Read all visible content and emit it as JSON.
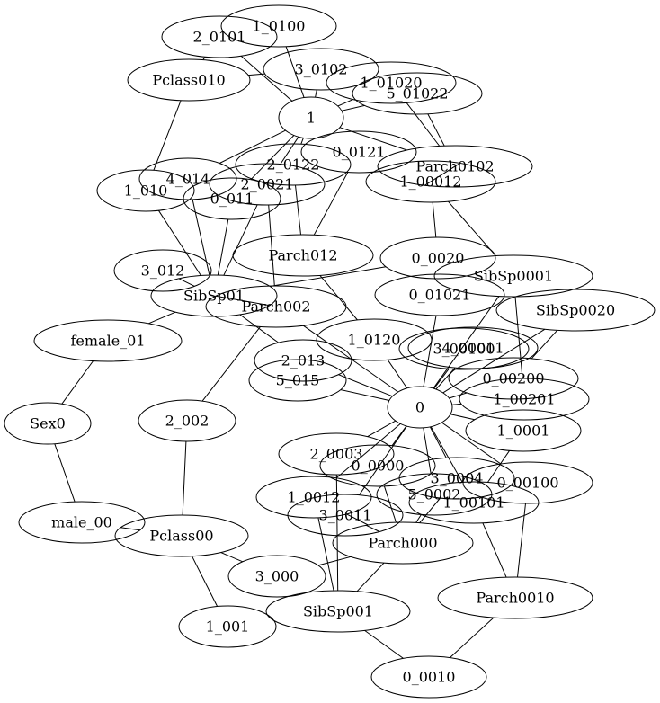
{
  "graph": {
    "nodes": [
      {
        "id": "n_1_0100",
        "label": "1_0100"
      },
      {
        "id": "n_2_0101",
        "label": "2_0101"
      },
      {
        "id": "n_Pclass010",
        "label": "Pclass010"
      },
      {
        "id": "n_3_0102",
        "label": "3_0102"
      },
      {
        "id": "n_1_01020",
        "label": "1_01020"
      },
      {
        "id": "n_5_01022",
        "label": "5_01022"
      },
      {
        "id": "n_1",
        "label": "1"
      },
      {
        "id": "n_0_0121",
        "label": "0_0121"
      },
      {
        "id": "n_Parch0102",
        "label": "Parch0102"
      },
      {
        "id": "n_2_0122",
        "label": "2_0122"
      },
      {
        "id": "n_4_014",
        "label": "4_014"
      },
      {
        "id": "n_2_0021",
        "label": "2_0021"
      },
      {
        "id": "n_1_00012",
        "label": "1_00012"
      },
      {
        "id": "n_1_010",
        "label": "1_010"
      },
      {
        "id": "n_0_011",
        "label": "0_011"
      },
      {
        "id": "n_Parch012",
        "label": "Parch012"
      },
      {
        "id": "n_0_0020",
        "label": "0_0020"
      },
      {
        "id": "n_SibSp0001",
        "label": "SibSp0001"
      },
      {
        "id": "n_3_012",
        "label": "3_012"
      },
      {
        "id": "n_SibSp01",
        "label": "SibSp01"
      },
      {
        "id": "n_0_01021",
        "label": "0_01021"
      },
      {
        "id": "n_SibSp0020",
        "label": "SibSp0020"
      },
      {
        "id": "n_Parch002",
        "label": "Parch002"
      },
      {
        "id": "n_female_01",
        "label": "female_01"
      },
      {
        "id": "n_1_0120",
        "label": "1_0120"
      },
      {
        "id": "n_3_00100",
        "label": "3_00100"
      },
      {
        "id": "n_4_00011",
        "label": "4_00011"
      },
      {
        "id": "n_2_013",
        "label": "2_013"
      },
      {
        "id": "n_5_015",
        "label": "5_015"
      },
      {
        "id": "n_0_00200",
        "label": "0_00200"
      },
      {
        "id": "n_1_00201",
        "label": "1_00201"
      },
      {
        "id": "n_0",
        "label": "0"
      },
      {
        "id": "n_Sex0",
        "label": "Sex0"
      },
      {
        "id": "n_2_002",
        "label": "2_002"
      },
      {
        "id": "n_1_0001",
        "label": "1_0001"
      },
      {
        "id": "n_2_0003",
        "label": "2_0003"
      },
      {
        "id": "n_0_0000",
        "label": "0_0000"
      },
      {
        "id": "n_3_0004",
        "label": "3_0004"
      },
      {
        "id": "n_0_00100",
        "label": "0_00100"
      },
      {
        "id": "n_1_0012",
        "label": "1_0012"
      },
      {
        "id": "n_5_0002",
        "label": "5_0002"
      },
      {
        "id": "n_1_00101",
        "label": "1_00101"
      },
      {
        "id": "n_3_0011",
        "label": "3_0011"
      },
      {
        "id": "n_male_00",
        "label": "male_00"
      },
      {
        "id": "n_Pclass00",
        "label": "Pclass00"
      },
      {
        "id": "n_Parch000",
        "label": "Parch000"
      },
      {
        "id": "n_3_000",
        "label": "3_000"
      },
      {
        "id": "n_Parch0010",
        "label": "Parch0010"
      },
      {
        "id": "n_SibSp001",
        "label": "SibSp001"
      },
      {
        "id": "n_1_001",
        "label": "1_001"
      },
      {
        "id": "n_0_0010",
        "label": "0_0010"
      }
    ],
    "edges": [
      [
        "n_1_0100",
        "n_1"
      ],
      [
        "n_2_0101",
        "n_Pclass010"
      ],
      [
        "n_2_0101",
        "n_1"
      ],
      [
        "n_Pclass010",
        "n_1_010"
      ],
      [
        "n_Pclass010",
        "n_3_0102"
      ],
      [
        "n_3_0102",
        "n_1"
      ],
      [
        "n_1",
        "n_1_01020"
      ],
      [
        "n_1",
        "n_5_01022"
      ],
      [
        "n_1_01020",
        "n_Parch0102"
      ],
      [
        "n_5_01022",
        "n_Parch0102"
      ],
      [
        "n_1",
        "n_Parch0102"
      ],
      [
        "n_1",
        "n_0_0121"
      ],
      [
        "n_1",
        "n_2_0122"
      ],
      [
        "n_1",
        "n_4_014"
      ],
      [
        "n_1",
        "n_2_0021"
      ],
      [
        "n_1",
        "n_0_011"
      ],
      [
        "n_0_0121",
        "n_Parch012"
      ],
      [
        "n_2_0122",
        "n_Parch012"
      ],
      [
        "n_Parch0102",
        "n_1_00012"
      ],
      [
        "n_1_00012",
        "n_0_0020"
      ],
      [
        "n_1_00012",
        "n_SibSp0001"
      ],
      [
        "n_1_010",
        "n_SibSp01"
      ],
      [
        "n_4_014",
        "n_SibSp01"
      ],
      [
        "n_0_011",
        "n_SibSp01"
      ],
      [
        "n_2_0021",
        "n_SibSp01"
      ],
      [
        "n_2_0021",
        "n_Parch002"
      ],
      [
        "n_3_012",
        "n_SibSp01"
      ],
      [
        "n_SibSp01",
        "n_0_0020"
      ],
      [
        "n_SibSp01",
        "n_female_01"
      ],
      [
        "n_SibSp01",
        "n_Parch002"
      ],
      [
        "n_SibSp01",
        "n_2_013"
      ],
      [
        "n_Parch012",
        "n_1_0120"
      ],
      [
        "n_female_01",
        "n_Sex0"
      ],
      [
        "n_Sex0",
        "n_male_00"
      ],
      [
        "n_Parch002",
        "n_2_002"
      ],
      [
        "n_Parch002",
        "n_0"
      ],
      [
        "n_2_002",
        "n_Pclass00"
      ],
      [
        "n_male_00",
        "n_Pclass00"
      ],
      [
        "n_Pclass00",
        "n_3_000"
      ],
      [
        "n_Pclass00",
        "n_1_001"
      ],
      [
        "n_3_000",
        "n_Parch000"
      ],
      [
        "n_1_0120",
        "n_0"
      ],
      [
        "n_2_013",
        "n_0"
      ],
      [
        "n_5_015",
        "n_0"
      ],
      [
        "n_0_01021",
        "n_0"
      ],
      [
        "n_0",
        "n_SibSp0001"
      ],
      [
        "n_0",
        "n_SibSp0020"
      ],
      [
        "n_0",
        "n_3_00100"
      ],
      [
        "n_0",
        "n_4_00011"
      ],
      [
        "n_0",
        "n_0_00200"
      ],
      [
        "n_0",
        "n_1_00201"
      ],
      [
        "n_0",
        "n_1_0001"
      ],
      [
        "n_0",
        "n_2_0003"
      ],
      [
        "n_0",
        "n_0_0000"
      ],
      [
        "n_0",
        "n_3_0004"
      ],
      [
        "n_0",
        "n_0_00100"
      ],
      [
        "n_0",
        "n_1_0012"
      ],
      [
        "n_0",
        "n_5_0002"
      ],
      [
        "n_0",
        "n_1_00101"
      ],
      [
        "n_0",
        "n_3_0011"
      ],
      [
        "n_SibSp0001",
        "n_1_00201"
      ],
      [
        "n_SibSp0020",
        "n_0_00200"
      ],
      [
        "n_1_0001",
        "n_1_00101"
      ],
      [
        "n_0_0000",
        "n_Parch000"
      ],
      [
        "n_3_0004",
        "n_Parch000"
      ],
      [
        "n_5_0002",
        "n_Parch000"
      ],
      [
        "n_1_0012",
        "n_Parch000"
      ],
      [
        "n_3_0011",
        "n_Parch000"
      ],
      [
        "n_2_0003",
        "n_SibSp001"
      ],
      [
        "n_1_0012",
        "n_SibSp001"
      ],
      [
        "n_Parch000",
        "n_SibSp001"
      ],
      [
        "n_1_00101",
        "n_Parch0010"
      ],
      [
        "n_0_00100",
        "n_Parch0010"
      ],
      [
        "n_SibSp001",
        "n_0_0010"
      ],
      [
        "n_Parch0010",
        "n_0_0010"
      ]
    ]
  }
}
